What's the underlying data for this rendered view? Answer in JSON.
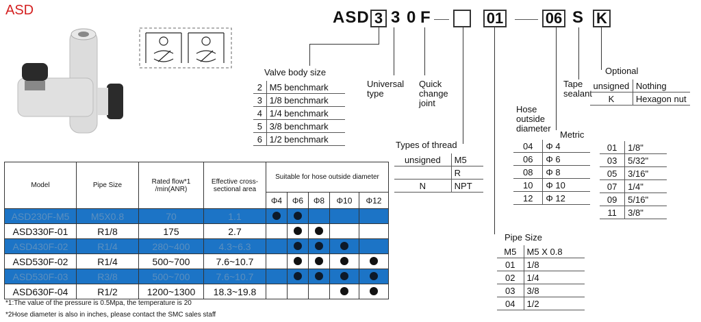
{
  "series": "ASD",
  "code": {
    "prefix": "ASD",
    "box1": "3",
    "c2": "3",
    "c3": "0",
    "c4": "F",
    "box_thread": "",
    "box_pipe": "01",
    "box_hose": "06",
    "c_s": "S",
    "box_opt": "K"
  },
  "labels": {
    "valve_body_size": "Valve body size",
    "universal": "Universal type",
    "quick_change": "Quick change joint",
    "tape_sealant": "Tape sealant",
    "optional": "Optional",
    "hose_od": "Hose outside diameter",
    "metric": "Metric",
    "types_of_thread": "Types of thread",
    "pipe_size": "Pipe Size"
  },
  "valve_body_rows": [
    {
      "code": "2",
      "desc": "M5 benchmark"
    },
    {
      "code": "3",
      "desc": "1/8 benchmark"
    },
    {
      "code": "4",
      "desc": "1/4 benchmark"
    },
    {
      "code": "5",
      "desc": "3/8 benchmark"
    },
    {
      "code": "6",
      "desc": "1/2 benchmark"
    }
  ],
  "optional_rows": [
    {
      "code": "unsigned",
      "desc": "Nothing"
    },
    {
      "code": "K",
      "desc": "Hexagon nut"
    }
  ],
  "thread_rows": [
    {
      "code": "unsigned",
      "desc": "M5"
    },
    {
      "code": "",
      "desc": "R"
    },
    {
      "code": "N",
      "desc": "NPT"
    }
  ],
  "metric_rows": [
    {
      "code": "04",
      "desc": "Φ 4"
    },
    {
      "code": "06",
      "desc": "Φ 6"
    },
    {
      "code": "08",
      "desc": "Φ 8"
    },
    {
      "code": "10",
      "desc": "Φ 10"
    },
    {
      "code": "12",
      "desc": "Φ 12"
    }
  ],
  "inch_rows": [
    {
      "code": "01",
      "desc": "1/8\""
    },
    {
      "code": "03",
      "desc": "5/32\""
    },
    {
      "code": "05",
      "desc": "3/16\""
    },
    {
      "code": "07",
      "desc": "1/4\""
    },
    {
      "code": "09",
      "desc": "5/16\""
    },
    {
      "code": "11",
      "desc": "3/8\""
    }
  ],
  "pipe_rows": [
    {
      "code": "M5",
      "desc": "M5 X 0.8"
    },
    {
      "code": "01",
      "desc": "1/8"
    },
    {
      "code": "02",
      "desc": "1/4"
    },
    {
      "code": "03",
      "desc": "3/8"
    },
    {
      "code": "04",
      "desc": "1/2"
    }
  ],
  "main_table": {
    "headers": {
      "model": "Model",
      "pipe": "Pipe Size",
      "flow": "Rated flow*1 /min(ANR)",
      "area": "Effective cross-sectional area",
      "hose": "Suitable for hose outside diameter"
    },
    "hose_cols": [
      "Φ4",
      "Φ6",
      "Φ8",
      "Φ10",
      "Φ12"
    ],
    "rows": [
      {
        "model": "ASD230F-M5",
        "pipe": "M5X0.8",
        "flow": "70",
        "area": "1.1",
        "dots": [
          1,
          1,
          0,
          0,
          0
        ],
        "blue": true
      },
      {
        "model": "ASD330F-01",
        "pipe": "R1/8",
        "flow": "175",
        "area": "2.7",
        "dots": [
          0,
          1,
          1,
          0,
          0
        ],
        "blue": false
      },
      {
        "model": "ASD430F-02",
        "pipe": "R1/4",
        "flow": "280~400",
        "area": "4.3~6.3",
        "dots": [
          0,
          1,
          1,
          1,
          0
        ],
        "blue": true
      },
      {
        "model": "ASD530F-02",
        "pipe": "R1/4",
        "flow": "500~700",
        "area": "7.6~10.7",
        "dots": [
          0,
          1,
          1,
          1,
          1
        ],
        "blue": false
      },
      {
        "model": "ASD530F-03",
        "pipe": "R3/8",
        "flow": "500~700",
        "area": "7.6~10.7",
        "dots": [
          0,
          1,
          1,
          1,
          1
        ],
        "blue": true
      },
      {
        "model": "ASD630F-04",
        "pipe": "R1/2",
        "flow": "1200~1300",
        "area": "18.3~19.8",
        "dots": [
          0,
          0,
          0,
          1,
          1
        ],
        "blue": false
      }
    ]
  },
  "notes": [
    "*1:The value of the pressure is 0.5Mpa, the temperature is 20",
    "*2Hose diameter is also in inches, please contact the SMC sales staff"
  ]
}
